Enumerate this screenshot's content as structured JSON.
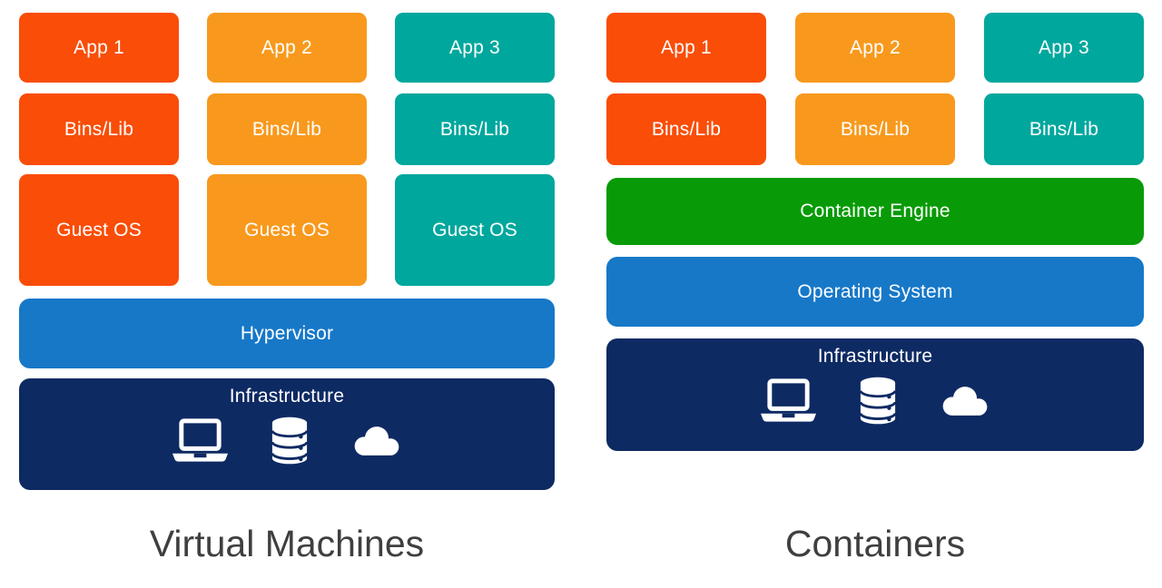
{
  "diagram": {
    "left": {
      "title": "Virtual Machines",
      "stacks": [
        {
          "app": "App 1",
          "bins": "Bins/Lib",
          "guest_os": "Guest OS"
        },
        {
          "app": "App 2",
          "bins": "Bins/Lib",
          "guest_os": "Guest OS"
        },
        {
          "app": "App 3",
          "bins": "Bins/Lib",
          "guest_os": "Guest OS"
        }
      ],
      "hypervisor": "Hypervisor",
      "infrastructure": "Infrastructure"
    },
    "right": {
      "title": "Containers",
      "stacks": [
        {
          "app": "App 1",
          "bins": "Bins/Lib"
        },
        {
          "app": "App 2",
          "bins": "Bins/Lib"
        },
        {
          "app": "App 3",
          "bins": "Bins/Lib"
        }
      ],
      "container_engine": "Container Engine",
      "operating_system": "Operating System",
      "infrastructure": "Infrastructure"
    },
    "icons": {
      "laptop": "laptop-icon",
      "database": "database-icon",
      "cloud": "cloud-icon"
    },
    "colors": {
      "app1_red_orange": "#F94D08",
      "app2_orange": "#F8991D",
      "app3_teal": "#00A79D",
      "blue_bar": "#1778C8",
      "navy_bar": "#0E2A63",
      "green_bar": "#089B07",
      "title_text": "#3F3F3F",
      "block_text": "#FFFFFF"
    }
  }
}
